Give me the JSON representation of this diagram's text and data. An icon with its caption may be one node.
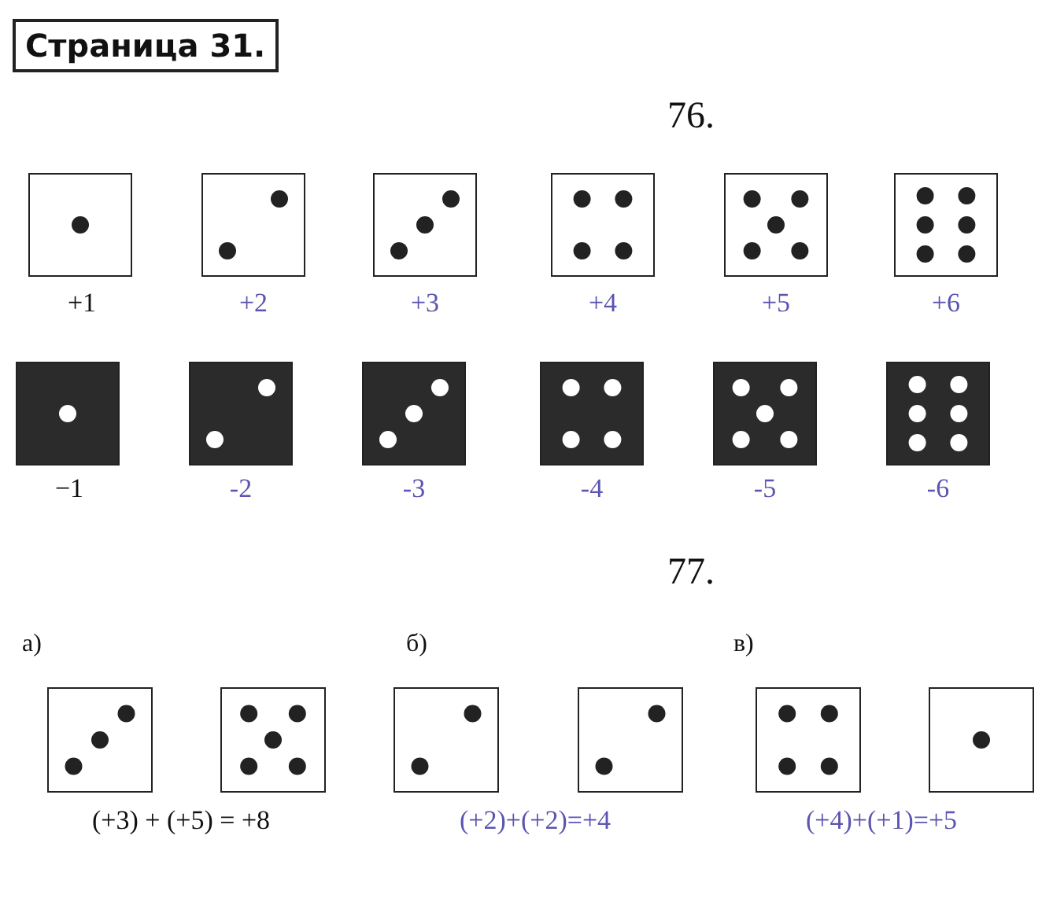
{
  "diagram": {
    "title": "Страница 31.",
    "labels": [
      "76.",
      "+1",
      "+2",
      "+3",
      "+4",
      "+5",
      "+6",
      "−1",
      "-2",
      "-3",
      "-4",
      "-5",
      "-6",
      "77.",
      "а)",
      "б)",
      "в)",
      "(+3) + (+5) = +8",
      "(+2)+(+2)=+4",
      "(+4)+(+1)=+5"
    ]
  }
}
